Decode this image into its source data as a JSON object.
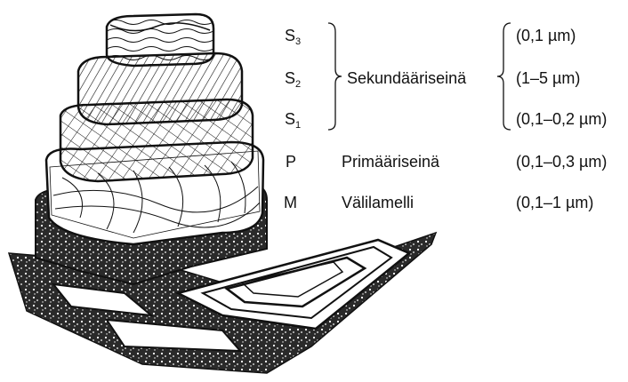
{
  "layers": [
    {
      "code": "S",
      "sub": "3",
      "size": "(0,1 µm)"
    },
    {
      "code": "S",
      "sub": "2",
      "size": "(1–5 µm)"
    },
    {
      "code": "S",
      "sub": "1",
      "size": "(0,1–0,2 µm)"
    },
    {
      "code": "P",
      "sub": "",
      "name": "Primääriseinä",
      "size": "(0,1–0,3 µm)"
    },
    {
      "code": "M",
      "sub": "",
      "name": "Välilamelli",
      "size": "(0,1–1 µm)"
    }
  ],
  "group_label": "Sekundääriseinä"
}
